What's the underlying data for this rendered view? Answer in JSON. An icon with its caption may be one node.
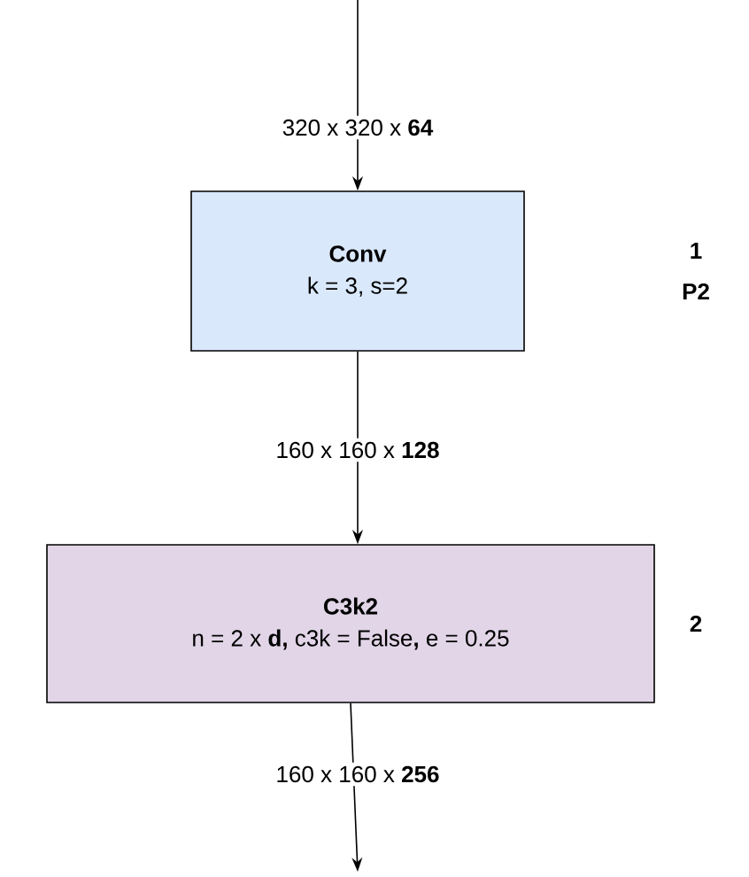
{
  "diagram": {
    "nodes": [
      {
        "text": [
          "Conv",
          "k = 3, s=2"
        ],
        "beside": [
          "1",
          "P2"
        ]
      },
      {
        "text": [
          "C3k2",
          "n = 2 x **d,** c3k = False**,** e = 0.25"
        ],
        "beside": [
          "2"
        ]
      }
    ],
    "edges": [
      {
        "from": null,
        "to": 0,
        "arrow": "to",
        "label": "320 x 320 x **64**"
      },
      {
        "from": 0,
        "to": 1,
        "arrow": "to",
        "label": "160 x 160 x **128**"
      },
      {
        "from": 1,
        "to": null,
        "arrow": "to",
        "label": "160 x 160 x **256**"
      }
    ]
  }
}
